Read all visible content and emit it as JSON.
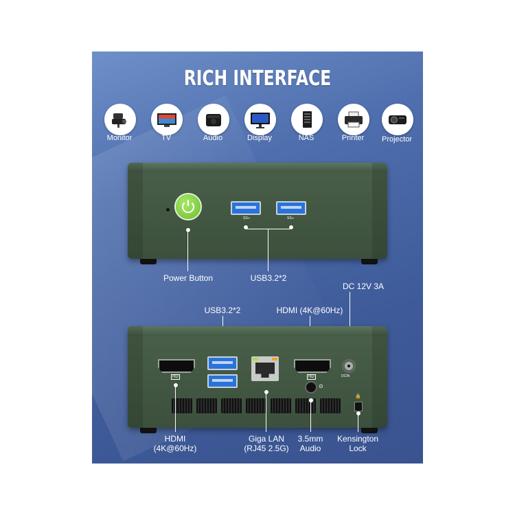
{
  "title": "RICH INTERFACE",
  "devices": [
    {
      "label": "Monitor",
      "icon": "security-camera-icon"
    },
    {
      "label": "TV",
      "icon": "tv-icon"
    },
    {
      "label": "Audio",
      "icon": "speaker-icon"
    },
    {
      "label": "Display",
      "icon": "display-icon"
    },
    {
      "label": "NAS",
      "icon": "nas-icon"
    },
    {
      "label": "Printer",
      "icon": "printer-icon"
    },
    {
      "label": "Projector",
      "icon": "projector-icon"
    }
  ],
  "front": {
    "power_label": "Power Button",
    "usb_label": "USB3.2*2",
    "usb_mark": "SS⭠"
  },
  "rear": {
    "usb_label": "USB3.2*2",
    "hdmi_top_label": "HDMI (4K@60Hz)",
    "dc_label": "DC 12V 3A",
    "hdmi_bottom_label_1": "HDMI",
    "hdmi_bottom_label_2": "(4K@60Hz)",
    "lan_label_1": "Giga LAN",
    "lan_label_2": "(RJ45 2.5G)",
    "audio_label_1": "3.5mm",
    "audio_label_2": "Audio",
    "lock_label_1": "Kensington",
    "lock_label_2": "Lock",
    "hd_mark": "HD",
    "dc_mark": "DCIN"
  },
  "colors": {
    "panel": "#4f6fae",
    "chassis": "#435944",
    "power_button": "#7cc63a",
    "usb_port": "#2a73d9",
    "lan_led": "#a6e23a"
  }
}
